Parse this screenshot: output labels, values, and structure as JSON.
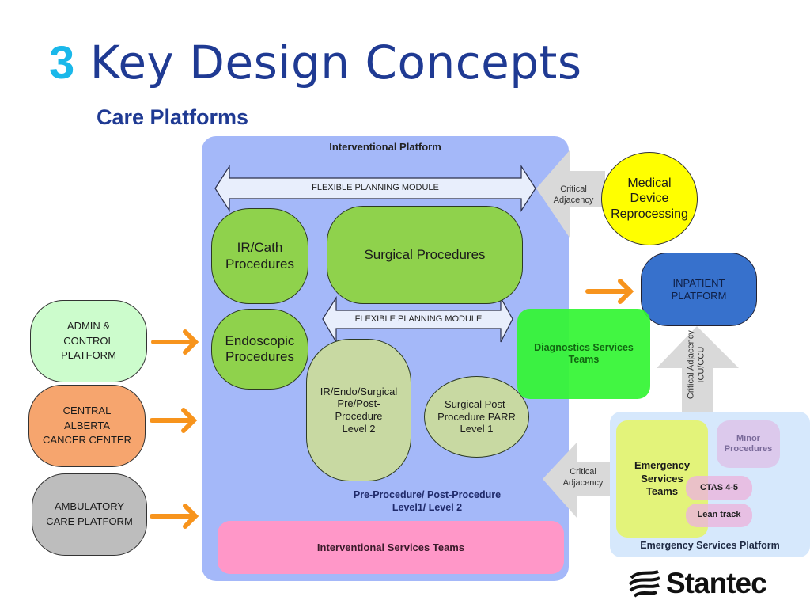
{
  "header": {
    "number": "3",
    "title": "Key Design Concepts",
    "subtitle": "Care Platforms"
  },
  "interventional_platform": {
    "title": "Interventional Platform",
    "flexible_module_top": "FLEXIBLE PLANNING MODULE",
    "flexible_module_middle": "FLEXIBLE PLANNING MODULE",
    "ir_cath": [
      "IR/Cath",
      "Procedures"
    ],
    "surgical": "Surgical Procedures",
    "endoscopic": [
      "Endoscopic",
      "Procedures"
    ],
    "ir_endo_surgical": [
      "IR/Endo/Surgical",
      "Pre/Post-",
      "Procedure",
      "Level 2"
    ],
    "surgical_post": [
      "Surgical Post-",
      "Procedure PARR",
      "Level 1"
    ],
    "pre_post_label": [
      "Pre-Procedure/ Post-Procedure",
      "Level1/ Level 2"
    ],
    "services_teams": "Interventional Services Teams"
  },
  "left_platforms": [
    {
      "lines": [
        "ADMIN &",
        "CONTROL",
        "PLATFORM"
      ],
      "color": "#ccfccc"
    },
    {
      "lines": [
        "CENTRAL",
        "ALBERTA",
        "CANCER CENTER"
      ],
      "color": "#f6a56e"
    },
    {
      "lines": [
        "AMBULATORY",
        "CARE PLATFORM"
      ],
      "color": "#bdbdbd"
    }
  ],
  "medical_device": {
    "lines": [
      "Medical",
      "Device",
      "Reprocessing"
    ],
    "color": "#ffff00"
  },
  "critical_adjacency_top": [
    "Critical",
    "Adjacency"
  ],
  "inpatient": {
    "lines": [
      "INPATIENT",
      "PLATFORM"
    ],
    "color": "#3771cc"
  },
  "critical_adjacency_vertical": [
    "Critical Adjacency",
    "ICU/CCU"
  ],
  "diagnostics": {
    "lines": [
      "Diagnostics Services",
      "Teams"
    ],
    "color": "#3af53a"
  },
  "critical_adjacency_bottom": [
    "Critical",
    "Adjacency"
  ],
  "emergency_platform": {
    "title": "Emergency Services Platform",
    "teams": [
      "Emergency",
      "Services",
      "Teams"
    ],
    "minor": [
      "Minor",
      "Procedures"
    ],
    "ctas": "CTAS 4-5",
    "lean": "Lean track"
  },
  "logo": {
    "text": "Stantec"
  },
  "colors": {
    "title_blue": "#1f3a93",
    "accent_cyan": "#1ab8ea",
    "arrow_orange": "#f7941d",
    "panel_blue": "#a4b8f9",
    "pink": "#ff97c8"
  }
}
